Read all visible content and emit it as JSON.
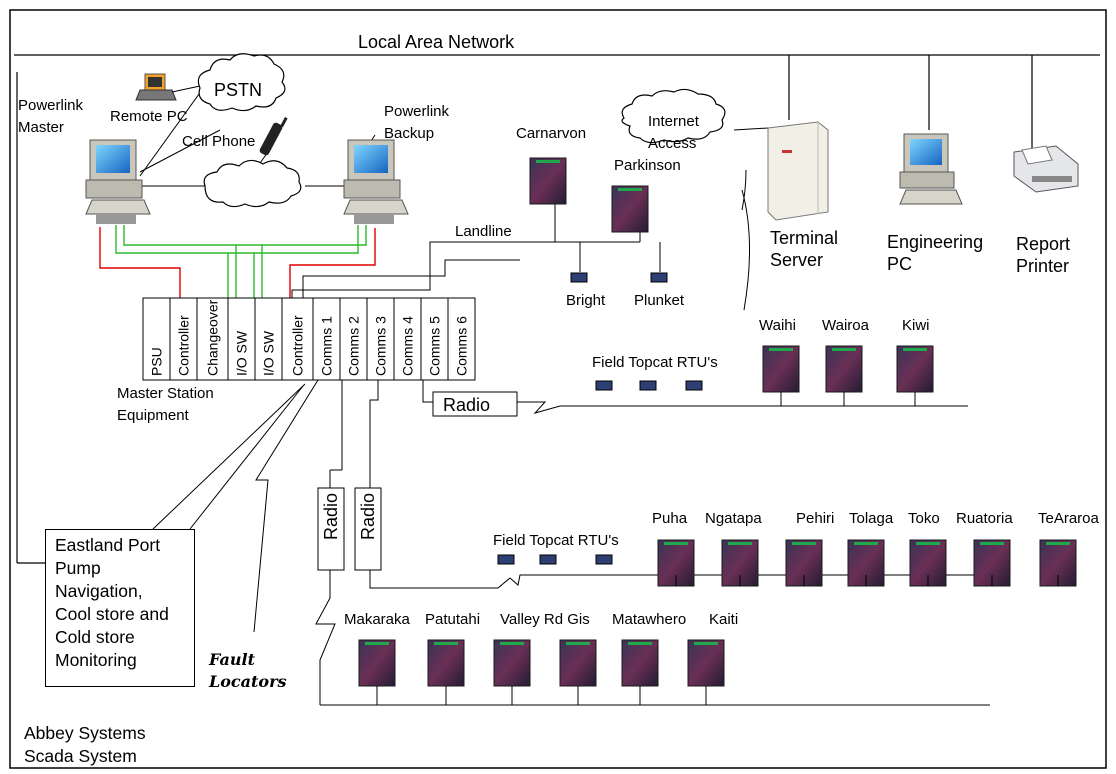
{
  "lan": "Local Area Network",
  "computers": {
    "master": "Powerlink\nMaster",
    "backup": "Powerlink\nBackup",
    "remote_pc": "Remote PC",
    "cell_phone": "Cell Phone",
    "terminal_server": "Terminal\nServer",
    "engineering_pc": "Engineering\nPC",
    "report_printer": "Report\nPrinter"
  },
  "clouds": {
    "pstn": "PSTN",
    "internet": "Internet\nAccess"
  },
  "landline": "Landline",
  "rack": {
    "slots": [
      "PSU",
      "Controller",
      "Changeover",
      "I/O SW",
      "I/O SW",
      "Controller",
      "Comms 1",
      "Comms 2",
      "Comms 3",
      "Comms 4",
      "Comms 5",
      "Comms 6"
    ],
    "caption": "Master Station\nEquipment"
  },
  "radios": {
    "r1": "Radio",
    "r2": "Radio",
    "r3": "Radio"
  },
  "field_topcat_1": "Field Topcat RTU's",
  "field_topcat_2": "Field Topcat RTU's",
  "fault_locators": "Fault\nLocators",
  "eastland_box": "Eastland Port\nPump\nNavigation,\nCool store and\nCold store\nMonitoring",
  "sites": {
    "landline": [
      "Carnarvon",
      "Parkinson",
      "Bright",
      "Plunket"
    ],
    "radio_row1": [
      "Waihi",
      "Wairoa",
      "Kiwi"
    ],
    "radio_row2": [
      "Puha",
      "Ngatapa",
      "Pehiri",
      "Tolaga",
      "Toko",
      "Ruatoria",
      "TeAraroa"
    ],
    "radio_row3": [
      "Makaraka",
      "Patutahi",
      "Valley Rd Gis",
      "Matawhero",
      "Kaiti"
    ]
  },
  "footer": "Abbey Systems\nScada System"
}
